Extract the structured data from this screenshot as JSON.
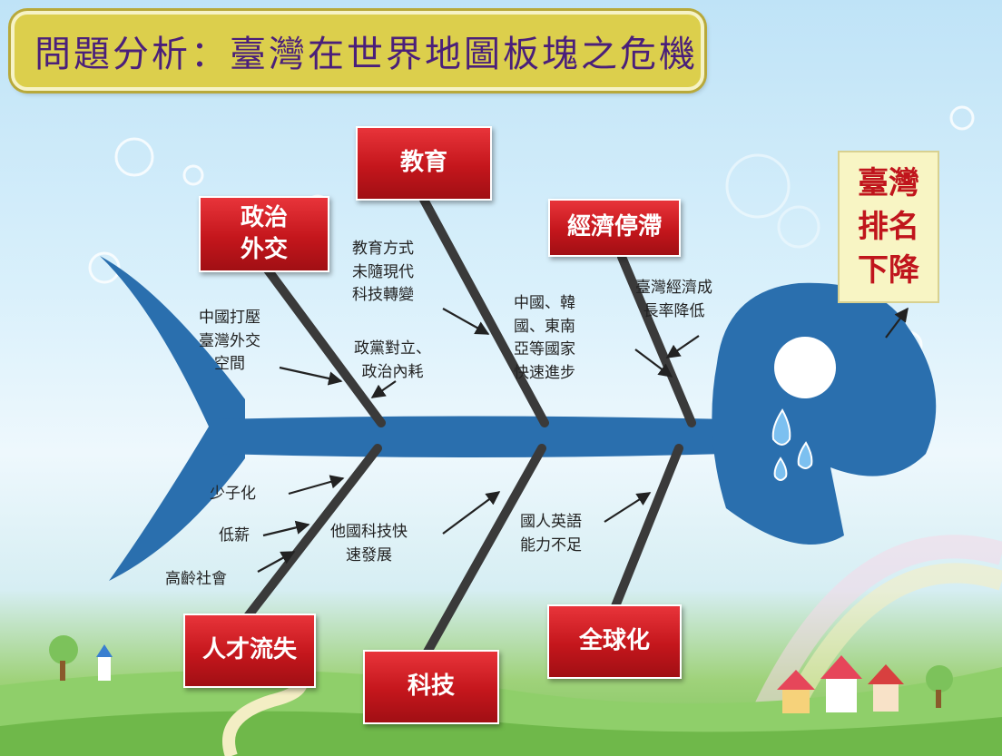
{
  "title": "問題分析：臺灣在世界地圖板塊之危機",
  "result": "臺灣\n排名\n下降",
  "categories": {
    "politics": "政治\n外交",
    "education": "教育",
    "economy": "經濟停滯",
    "talent": "人才流失",
    "technology": "科技",
    "globalization": "全球化"
  },
  "causes": {
    "china_pressure": "中國打壓\n臺灣外交\n空間",
    "party_conflict": "政黨對立、\n政治內耗",
    "edu_methods": "教育方式\n未隨現代\n科技轉變",
    "asia_progress": "中國、韓\n國、東南\n亞等國家\n快速進步",
    "growth_decline": "臺灣經濟成\n長率降低",
    "low_birth": "少子化",
    "low_salary": "低薪",
    "aging": "高齡社會",
    "tech_dev": "他國科技快\n速發展",
    "english": "國人英語\n能力不足"
  },
  "colors": {
    "fish": "#2a6fae",
    "category": "#c4161c",
    "result_text": "#c0151c",
    "title_text": "#4a1f7a"
  }
}
